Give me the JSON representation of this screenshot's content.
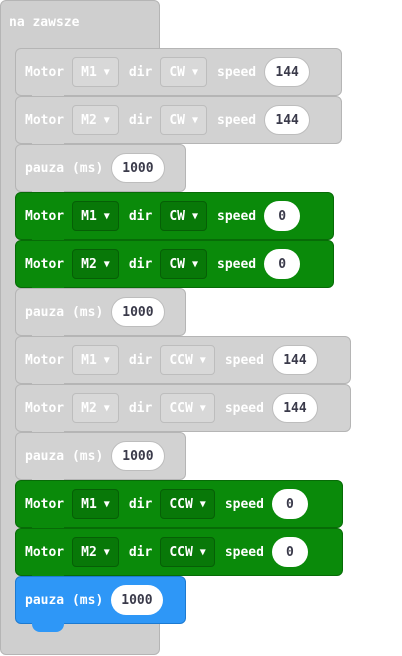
{
  "forever": {
    "label": "na zawsze"
  },
  "labels": {
    "motor": "Motor",
    "dir": "dir",
    "speed": "speed",
    "pause": "pauza (ms)"
  },
  "blocks": [
    {
      "type": "motor",
      "state": "disabled",
      "motor": "M1",
      "dir": "CW",
      "speed": "144"
    },
    {
      "type": "motor",
      "state": "disabled",
      "motor": "M2",
      "dir": "CW",
      "speed": "144"
    },
    {
      "type": "pause",
      "state": "disabled",
      "ms": "1000"
    },
    {
      "type": "motor",
      "state": "green",
      "motor": "M1",
      "dir": "CW",
      "speed": "0"
    },
    {
      "type": "motor",
      "state": "green",
      "motor": "M2",
      "dir": "CW",
      "speed": "0"
    },
    {
      "type": "pause",
      "state": "disabled",
      "ms": "1000"
    },
    {
      "type": "motor",
      "state": "disabled",
      "motor": "M1",
      "dir": "CCW",
      "speed": "144"
    },
    {
      "type": "motor",
      "state": "disabled",
      "motor": "M2",
      "dir": "CCW",
      "speed": "144"
    },
    {
      "type": "pause",
      "state": "disabled",
      "ms": "1000"
    },
    {
      "type": "motor",
      "state": "green",
      "motor": "M1",
      "dir": "CCW",
      "speed": "0"
    },
    {
      "type": "motor",
      "state": "green",
      "motor": "M2",
      "dir": "CCW",
      "speed": "0"
    },
    {
      "type": "pause",
      "state": "blue",
      "ms": "1000"
    }
  ],
  "colors": {
    "green": "#0a8a0a",
    "blue": "#2e97f7",
    "disabled": "#d2d2d2"
  }
}
